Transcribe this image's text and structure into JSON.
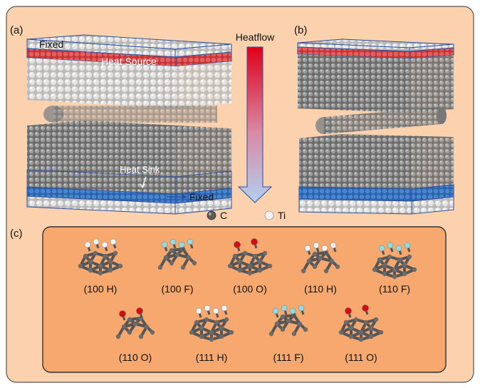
{
  "panels": {
    "a": {
      "label": "(a)",
      "fixed_top": "Fixed",
      "heat_source": "Heat Source",
      "heat_sink": "Heat Sink",
      "fixed_bottom": "Fixed"
    },
    "b": {
      "label": "(b)"
    },
    "c": {
      "label": "(c)"
    }
  },
  "heatflow": {
    "label": "Heatflow",
    "top_color": "#e0001a",
    "bottom_color": "#b3cff0"
  },
  "legend": [
    {
      "symbol": "C",
      "color": "#5a5a5a"
    },
    {
      "symbol": "Ti",
      "color": "#f2f2f2"
    }
  ],
  "colors": {
    "background": "#fbd2ad",
    "inset_fill": "#f6a86e",
    "source_red": "#e04a4a",
    "sink_blue": "#2f6fbf",
    "carbon": "#6b6b6b",
    "hydrogen": "#f4f4f4",
    "fluorine": "#8fdde2",
    "oxygen": "#d01010"
  },
  "structures": [
    {
      "caption": "(100 H)",
      "terminal": "H"
    },
    {
      "caption": "(100 F)",
      "terminal": "F"
    },
    {
      "caption": "(100 O)",
      "terminal": "O"
    },
    {
      "caption": "(110 H)",
      "terminal": "H"
    },
    {
      "caption": "(110 F)",
      "terminal": "F"
    },
    {
      "caption": "(110 O)",
      "terminal": "O"
    },
    {
      "caption": "(111 H)",
      "terminal": "H"
    },
    {
      "caption": "(111 F)",
      "terminal": "F"
    },
    {
      "caption": "(111 O)",
      "terminal": "O"
    }
  ]
}
